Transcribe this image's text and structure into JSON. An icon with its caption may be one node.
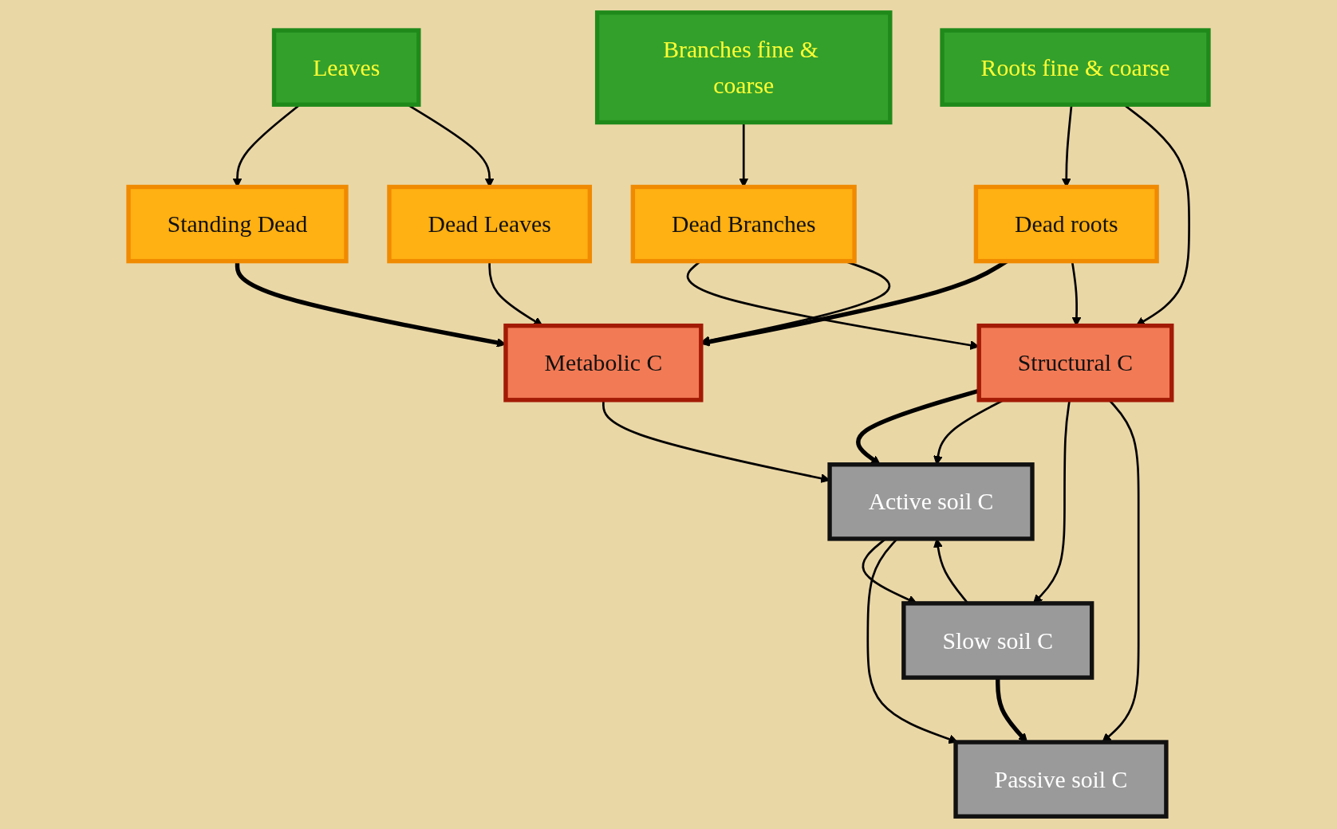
{
  "diagram": {
    "nodes": [
      {
        "text": [
          "Roots fine & coarse"
        ]
      },
      {
        "text": [
          "Branches fine & coarse"
        ]
      },
      {
        "text": [
          "Dead roots"
        ]
      },
      {
        "text": [
          "Dead Branches"
        ]
      },
      {
        "text": [
          "Leaves"
        ]
      },
      {
        "text": [
          "Standing Dead"
        ]
      },
      {
        "text": [
          "Metabolic C"
        ]
      },
      {
        "text": [
          "Dead Leaves"
        ]
      },
      {
        "text": [
          "Structural C"
        ]
      },
      {
        "text": [
          "Active soil C"
        ]
      },
      {
        "text": [
          "Slow soil C"
        ]
      },
      {
        "text": [
          "Passive soil C"
        ]
      }
    ],
    "edges": [
      {
        "from": 0,
        "to": 2,
        "arrow": "to"
      },
      {
        "from": 0,
        "to": 8,
        "arrow": "to"
      },
      {
        "from": 3,
        "to": 8,
        "arrow": "to"
      },
      {
        "from": 1,
        "to": 3,
        "arrow": "to"
      },
      {
        "from": 2,
        "to": 6,
        "arrow": "to",
        "style": "thick"
      },
      {
        "from": 2,
        "to": 8,
        "arrow": "to"
      },
      {
        "from": 3,
        "to": 6,
        "arrow": "to"
      },
      {
        "from": 4,
        "to": 5,
        "arrow": "to"
      },
      {
        "from": 4,
        "to": 7,
        "arrow": "to"
      },
      {
        "from": 5,
        "to": 6,
        "arrow": "to",
        "style": "thick"
      },
      {
        "from": 7,
        "to": 6,
        "arrow": "to"
      },
      {
        "from": 6,
        "to": 9,
        "arrow": "to"
      },
      {
        "from": 8,
        "to": 9,
        "arrow": "to",
        "style": "thick"
      },
      {
        "from": 9,
        "to": 10,
        "arrow": "to"
      },
      {
        "from": 10,
        "to": 9,
        "arrow": "to"
      },
      {
        "from": 10,
        "to": 11,
        "arrow": "to",
        "style": "thick"
      },
      {
        "from": 8,
        "to": 9,
        "arrow": "to"
      },
      {
        "from": 8,
        "to": 10,
        "arrow": "to"
      },
      {
        "from": 8,
        "to": 11,
        "arrow": "to"
      },
      {
        "from": 9,
        "to": 11,
        "arrow": "to"
      }
    ]
  }
}
